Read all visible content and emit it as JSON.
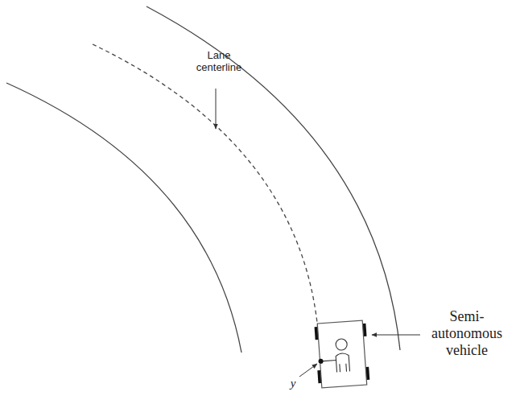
{
  "diagram": {
    "labels": [
      "Lane centerline",
      "Semi-autonomous vehicle",
      "y"
    ]
  }
}
